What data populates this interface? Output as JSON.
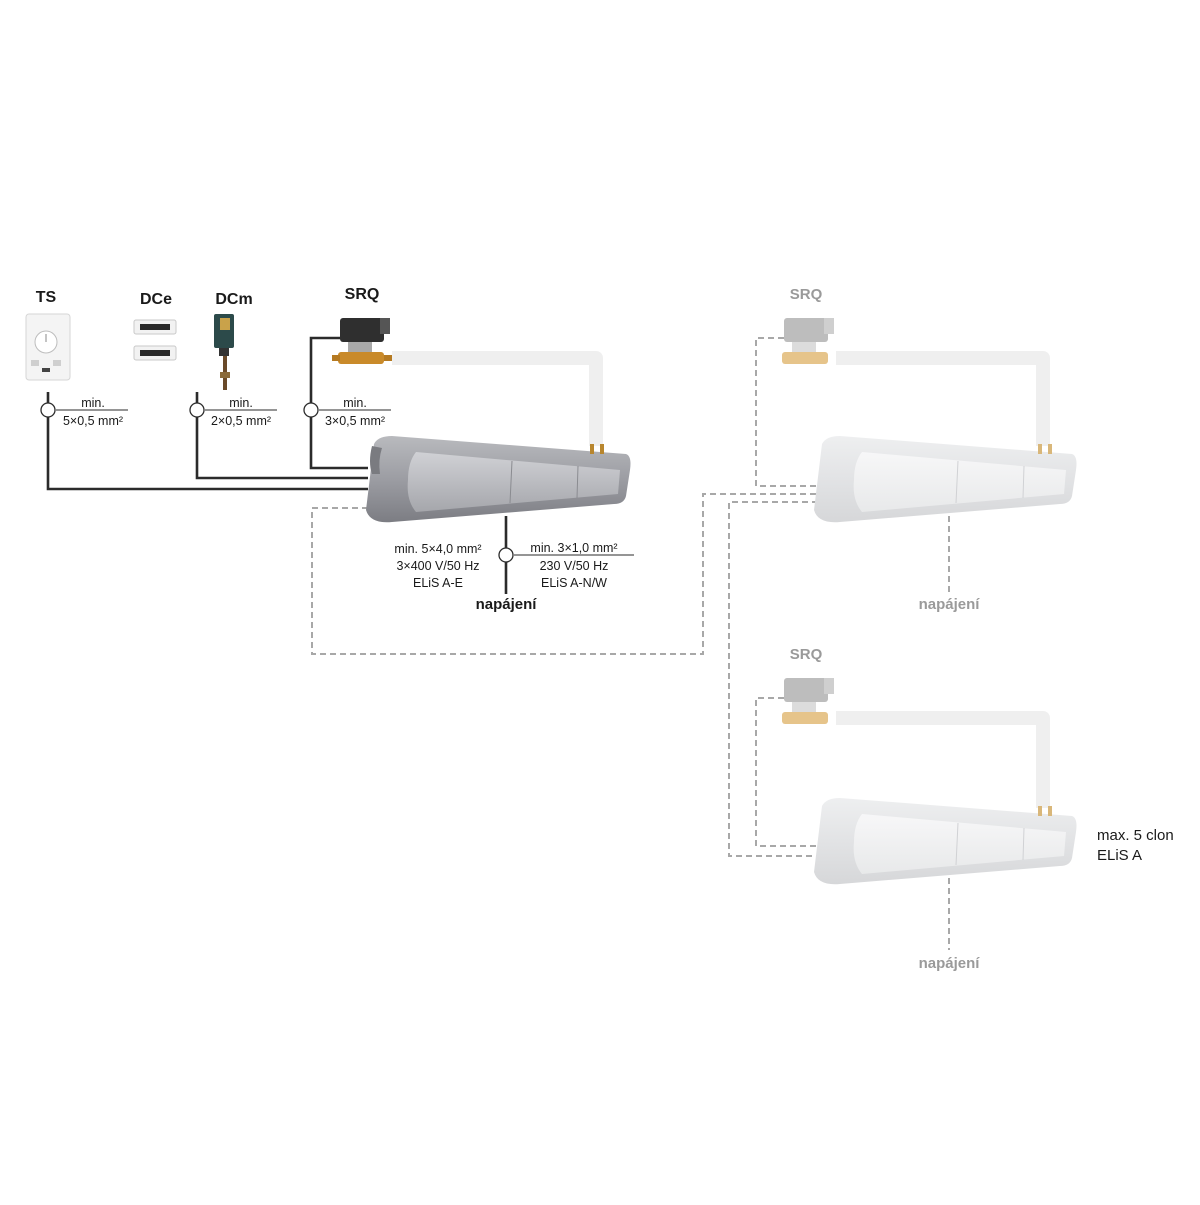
{
  "devices": {
    "ts": "TS",
    "dce": "DCe",
    "dcm": "DCm",
    "srq_main": "SRQ",
    "srq_2": "SRQ",
    "srq_3": "SRQ"
  },
  "cables": {
    "ts": {
      "top": "min.",
      "bottom": "5×0,5 mm²"
    },
    "dcm": {
      "top": "min.",
      "bottom": "2×0,5 mm²"
    },
    "srq": {
      "top": "min.",
      "bottom": "3×0,5 mm²"
    }
  },
  "power": {
    "left": [
      "min. 5×4,0 mm²",
      "3×400 V/50 Hz",
      "ELiS A-E"
    ],
    "right": [
      "min. 3×1,0 mm²",
      "230 V/50 Hz",
      "ELiS A-N/W"
    ],
    "label": "napájení",
    "label_2": "napájení",
    "label_3": "napájení"
  },
  "note": {
    "line1": "max. 5 clon",
    "line2": "ELiS A"
  },
  "colors": {
    "wire": "#2b2b2b",
    "dashed": "#a8a8a8",
    "main_unit": "#9b9ca2",
    "faded_unit": "#e3e4e6"
  }
}
